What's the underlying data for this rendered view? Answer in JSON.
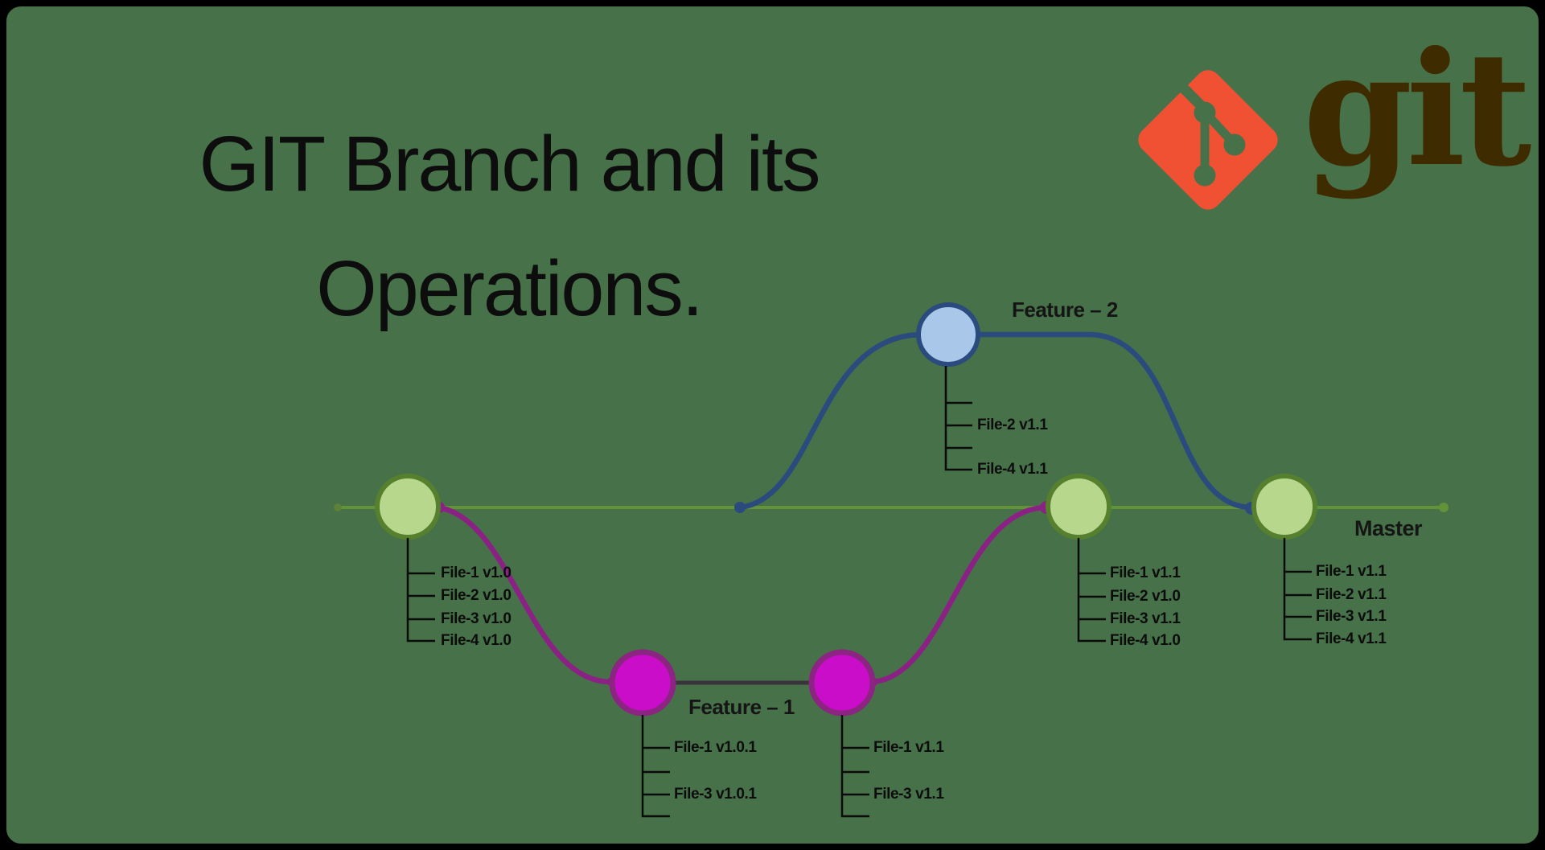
{
  "title": {
    "line1": "GIT Branch and its",
    "line2": "Operations."
  },
  "logo": {
    "wordmark": "git",
    "diamond_color": "#F05133",
    "wordmark_color": "#3E2C00"
  },
  "background_color": "#477149",
  "colors": {
    "master_line": "#639339",
    "master_dot": "#5D8136",
    "commit_green_fill": "#B7D78D",
    "commit_green_border": "#56802D",
    "feature2_line": "#2B4A7E",
    "commit_blue_fill": "#A8C7E9",
    "commit_blue_border": "#2B4A7E",
    "feature1_line": "#8B2184",
    "commit_magenta_fill": "#C90DC9",
    "commit_magenta_border": "#8C2482",
    "merge_connector": "#3A333B",
    "callout_line": "#0b0b0b"
  },
  "branches": {
    "master": {
      "label": "Master"
    },
    "feature1": {
      "label": "Feature – 1"
    },
    "feature2": {
      "label": "Feature – 2"
    }
  },
  "commits": [
    {
      "name": "initial-commit",
      "branch": "master",
      "files": [
        "File-1 v1.0",
        "File-2 v1.0",
        "File-3 v1.0",
        "File-4 v1.0"
      ]
    },
    {
      "name": "feature-2-commit",
      "branch": "feature-2",
      "files": [
        "",
        "File-2 v1.1",
        "",
        "File-4 v1.1"
      ]
    },
    {
      "name": "feature-1-first-commit",
      "branch": "feature-1",
      "files": [
        "File-1 v1.0.1",
        "",
        "File-3 v1.0.1",
        ""
      ]
    },
    {
      "name": "feature-1-second-commit",
      "branch": "feature-1",
      "files": [
        "File-1 v1.1",
        "",
        "File-3 v1.1",
        ""
      ]
    },
    {
      "name": "merge-feature-1-commit",
      "branch": "master",
      "files": [
        "File-1 v1.1",
        "File-2 v1.0",
        "File-3 v1.1",
        "File-4 v1.0"
      ]
    },
    {
      "name": "merge-feature-2-commit",
      "branch": "master",
      "files": [
        "File-1 v1.1",
        "File-2 v1.1",
        "File-3 v1.1",
        "File-4 v1.1"
      ]
    }
  ]
}
